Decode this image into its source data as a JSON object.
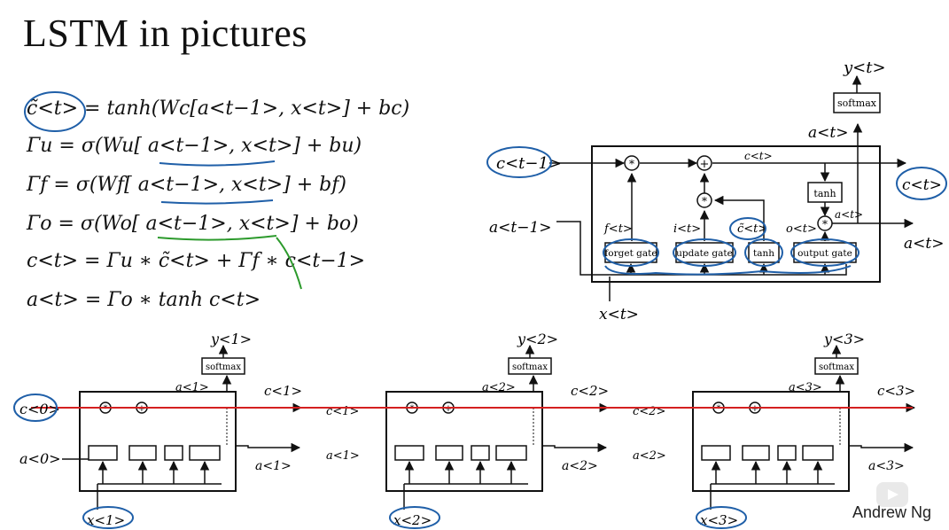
{
  "slide": {
    "title": "LSTM in pictures",
    "equations": [
      "c̃<t> = tanh(Wc[a<t−1>, x<t>] + bc)",
      "Γu = σ(Wu[ a<t−1>, x<t>] + bu)",
      "Γf = σ(Wf[ a<t−1>, x<t>] + bf)",
      "Γo = σ(Wo[ a<t−1>, x<t>] + bo)",
      "c<t> = Γu ∗ c̃<t> + Γf ∗ c<t−1>",
      "a<t> = Γo ∗ tanh c<t>"
    ],
    "signature": "Andrew Ng"
  },
  "cell": {
    "c_prev": "c<t−1>",
    "c_out": "c<t>",
    "c_out2": "c<t>",
    "a_prev": "a<t−1>",
    "a_out": "a<t>",
    "a_out2": "a<t>",
    "a_up": "a<t>",
    "x_in": "x<t>",
    "y_out": "y<t>",
    "softmax": "softmax",
    "forget_gate": "forget gate",
    "update_gate": "update gate",
    "tanh_gate": "tanh",
    "output_gate": "output gate",
    "tanh_box": "tanh",
    "f_label": "f<t>",
    "i_label": "i<t>",
    "ctilde_label": "c̃<t>",
    "o_label": "o<t>",
    "times": "*",
    "plus": "+"
  },
  "chain": {
    "c0": "c<0>",
    "a0": "a<0>",
    "cells": [
      {
        "x": "x<1>",
        "y": "y<1>",
        "a_up": "a<1>",
        "c_out": "c<1>",
        "c_mid": "c<1>",
        "a_out": "a<1>",
        "a_mid": "a<1>"
      },
      {
        "x": "x<2>",
        "y": "y<2>",
        "a_up": "a<2>",
        "c_out": "c<2>",
        "c_mid": "c<2>",
        "a_out": "a<2>",
        "a_mid": "a<2>"
      },
      {
        "x": "x<3>",
        "y": "y<3>",
        "a_up": "a<3>",
        "c_out": "c<3>",
        "c_mid": "",
        "a_out": "a<3>",
        "a_mid": ""
      }
    ],
    "softmax": "softmax"
  },
  "colors": {
    "ink": "#111111",
    "annotation_blue": "#1f5fa8",
    "annotation_red": "#d42020",
    "annotation_green": "#2c9a2c"
  }
}
